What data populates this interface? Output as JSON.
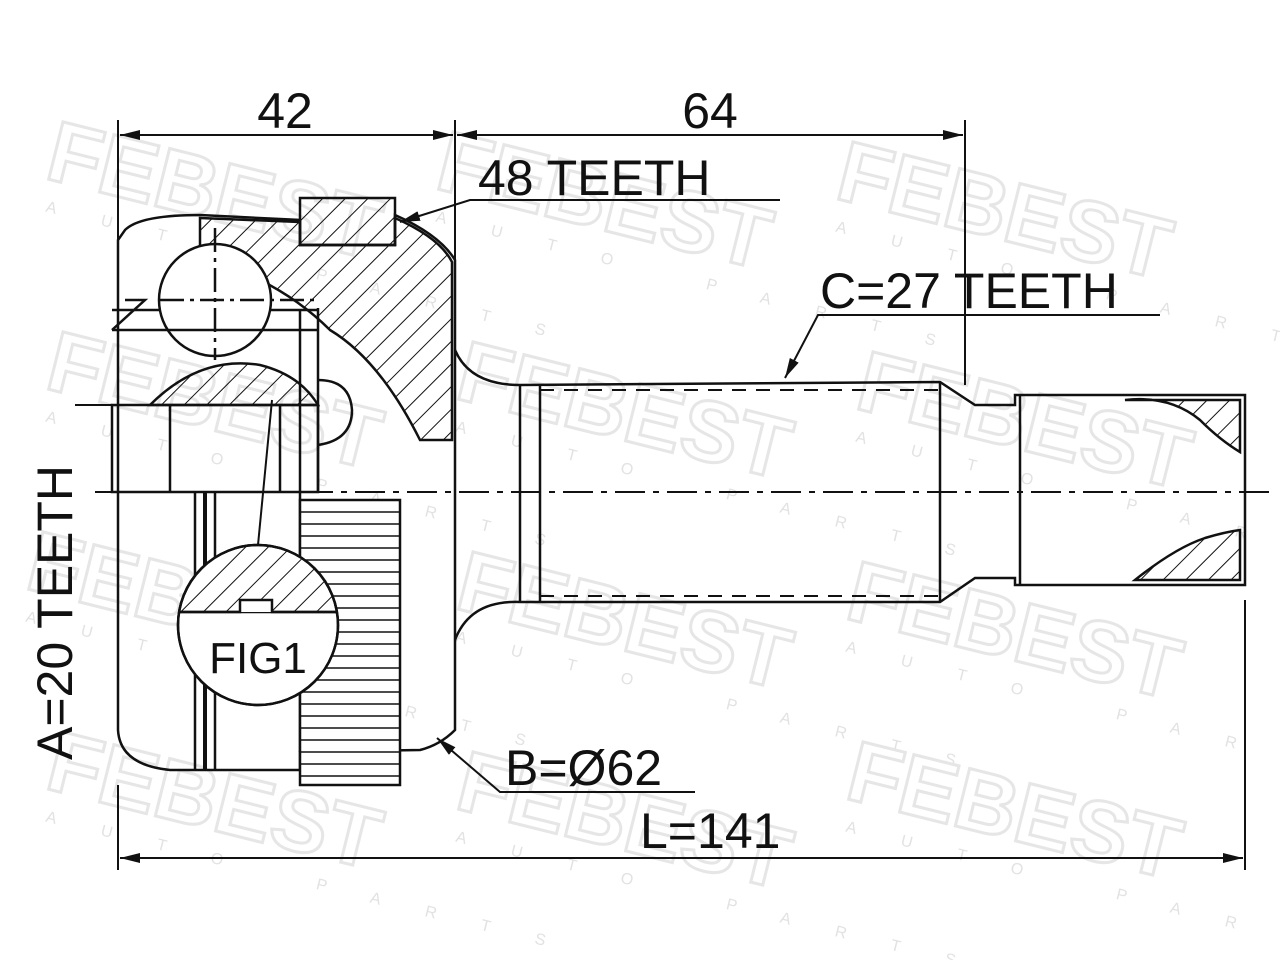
{
  "watermark": {
    "brand": "FEBEST",
    "tagline": "AUTO PARTS"
  },
  "dimensions": {
    "cup_length": "42",
    "shaft_length": "64",
    "outer_spline": "48 TEETH",
    "shaft_spline": "C=27 TEETH",
    "inner_spline": "A=20 TEETH",
    "figure_label": "FIG1",
    "seal_diameter": "B=Ø62",
    "total_length": "L=141"
  }
}
